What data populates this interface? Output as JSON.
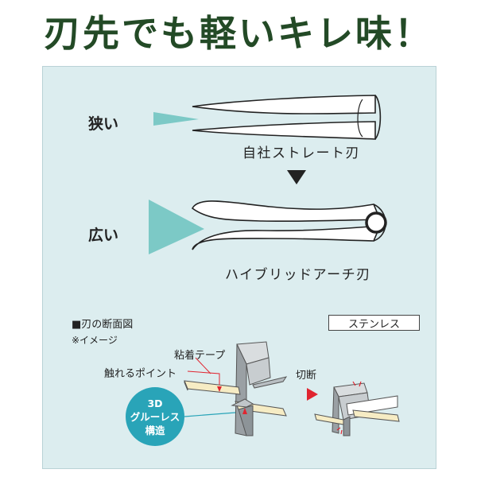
{
  "headline": "刃先でも軽いキレ味！",
  "top": {
    "label": "狭い",
    "caption": "自社ストレート刃"
  },
  "bottom": {
    "label": "広い",
    "caption": "ハイブリッドアーチ刃"
  },
  "section": {
    "title": "■刃の断面図",
    "note": "※イメージ",
    "material": "ステンレス",
    "tape_label": "粘着テープ",
    "contact_label": "触れるポイント",
    "cut_label": "切断",
    "badge": [
      "3D",
      "グルーレス",
      "構造"
    ]
  },
  "colors": {
    "headline": "#234a26",
    "panel": "#dcedef",
    "teal": "#7cc9c6",
    "badge": "#29a4b8",
    "arrow_red": "#e02530"
  }
}
